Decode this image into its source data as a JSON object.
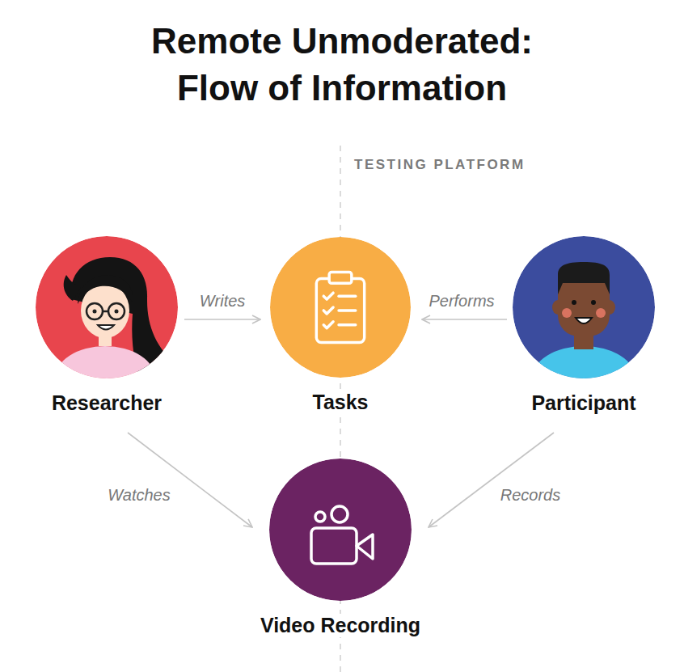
{
  "diagram": {
    "title": "Remote Unmoderated: Flow of Information",
    "nodes": [
      {
        "text": [
          "Researcher"
        ]
      },
      {
        "text": [
          "Tasks"
        ]
      },
      {
        "text": [
          "Participant"
        ]
      },
      {
        "text": [
          "Video Recording"
        ]
      }
    ],
    "edges": [
      {
        "from": 0,
        "to": 1,
        "label": "Writes",
        "arrow": "to"
      },
      {
        "from": 2,
        "to": 1,
        "label": "Performs",
        "arrow": "to"
      },
      {
        "from": 0,
        "to": 3,
        "label": "Watches",
        "arrow": "to"
      },
      {
        "from": 2,
        "to": 3,
        "label": "Records",
        "arrow": "to"
      }
    ],
    "labels": [
      "TESTING PLATFORM"
    ]
  }
}
